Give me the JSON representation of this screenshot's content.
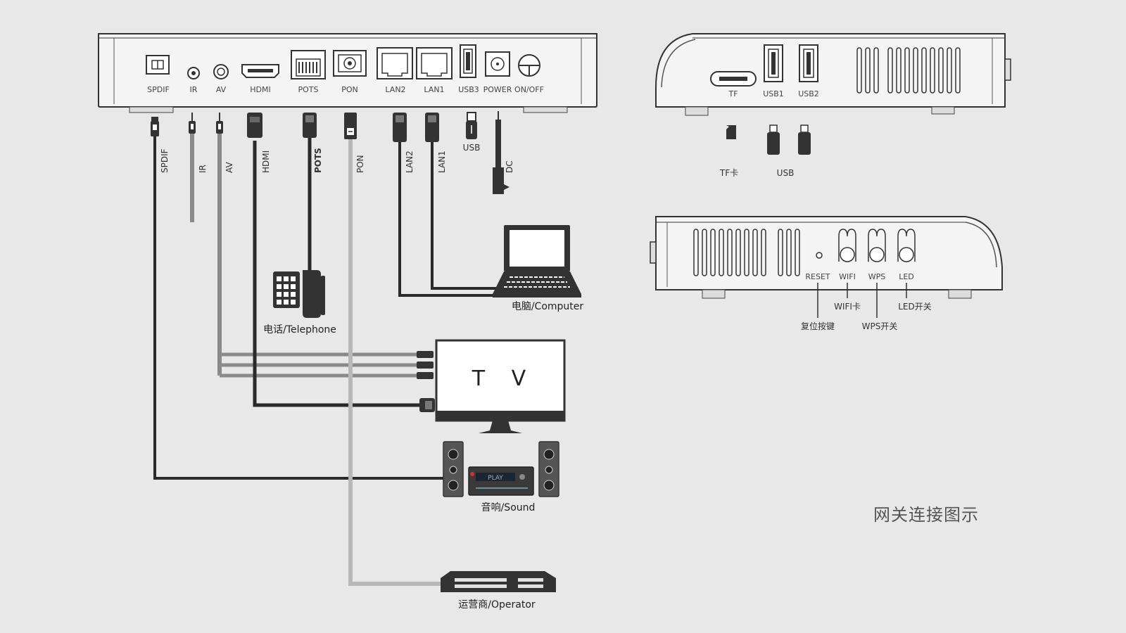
{
  "title": "网关连接图示",
  "back_panel": {
    "ports": [
      {
        "key": "spdif",
        "label": "SPDIF"
      },
      {
        "key": "ir",
        "label": "IR"
      },
      {
        "key": "av",
        "label": "AV"
      },
      {
        "key": "hdmi",
        "label": "HDMI"
      },
      {
        "key": "pots",
        "label": "POTS"
      },
      {
        "key": "pon",
        "label": "PON"
      },
      {
        "key": "lan2",
        "label": "LAN2"
      },
      {
        "key": "lan1",
        "label": "LAN1"
      },
      {
        "key": "usb3",
        "label": "USB3"
      },
      {
        "key": "power",
        "label": "POWER"
      },
      {
        "key": "onoff",
        "label": "ON/OFF"
      }
    ]
  },
  "cables": {
    "spdif": "SPDIF",
    "ir": "IR",
    "av": "AV",
    "hdmi": "HDMI",
    "pots": "POTS",
    "pon": "PON",
    "lan2": "LAN2",
    "lan1": "LAN1",
    "usb": "USB",
    "dc": "DC"
  },
  "devices": {
    "telephone": "电话/Telephone",
    "computer": "电脑/Computer",
    "tv": "T V",
    "sound": "音响/Sound",
    "operator": "运营商/Operator"
  },
  "side_panel_right": {
    "ports": {
      "tf": "TF",
      "usb1": "USB1",
      "usb2": "USB2"
    },
    "accessories": {
      "tf_card": "TF卡",
      "usb": "USB"
    }
  },
  "side_panel_left": {
    "ports": {
      "reset": "RESET",
      "wifi": "WIFI",
      "wps": "WPS",
      "led": "LED"
    },
    "callouts": {
      "reset": "复位按键",
      "wifi": "WIFI卡",
      "wps": "WPS开关",
      "led": "LED开关"
    }
  },
  "colors": {
    "line_dark": "#2a2a2a",
    "line_gray": "#8a8a8a",
    "line_light": "#b8b8b8",
    "panel_fill": "#f4f4f4"
  },
  "sound_screen_text": "PLAY"
}
